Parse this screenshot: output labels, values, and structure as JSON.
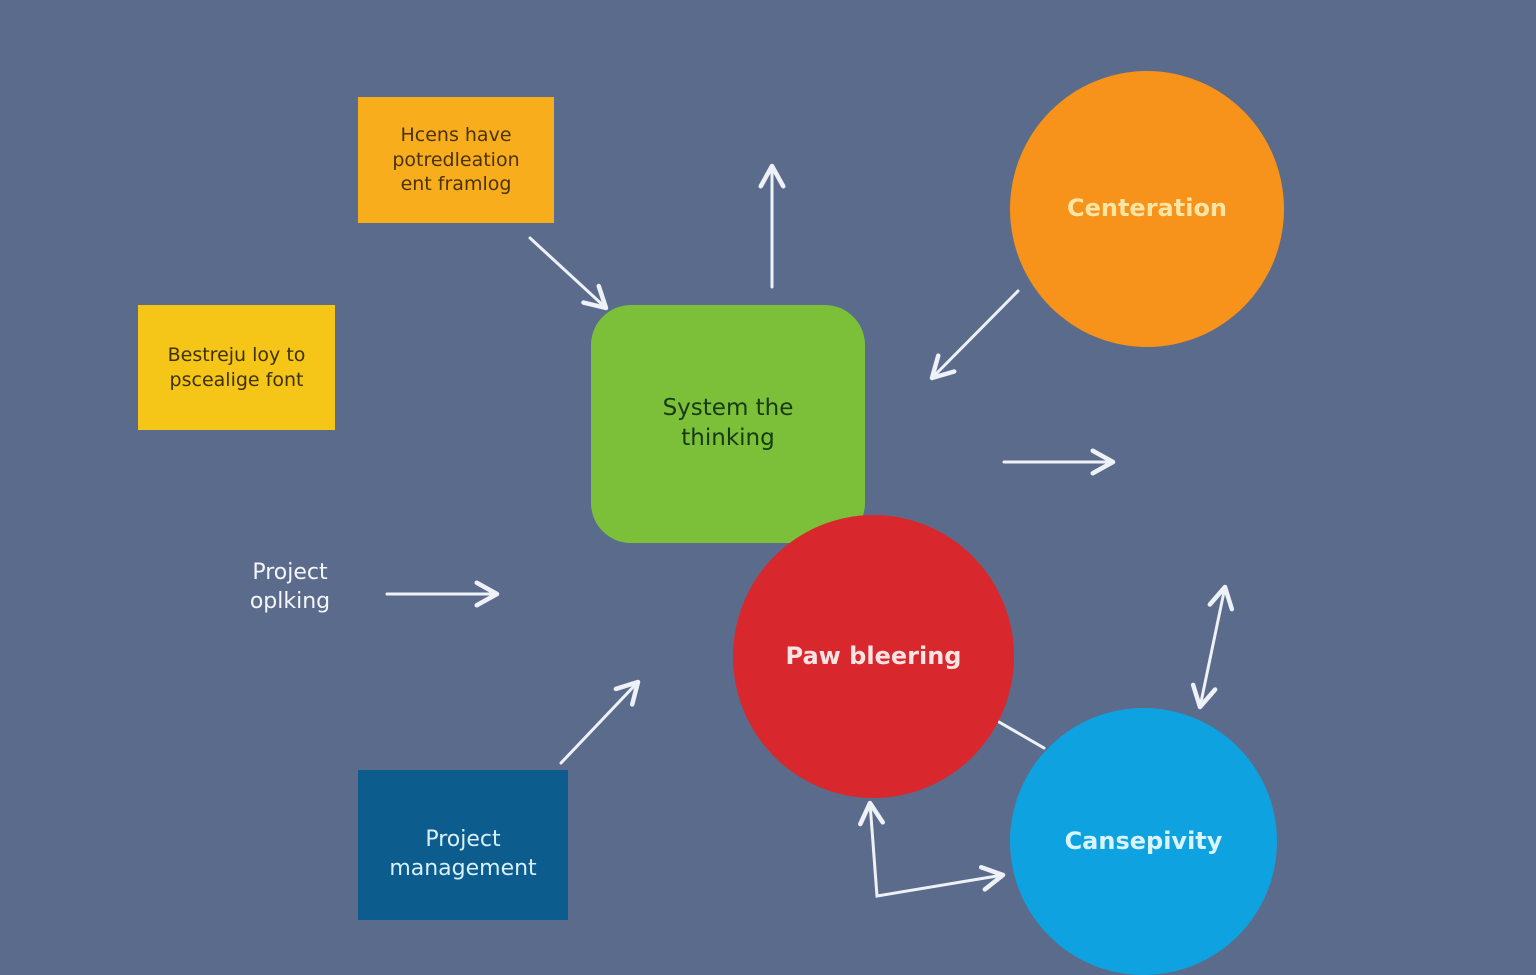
{
  "diagram": {
    "background_color": "#5b6b8b",
    "arrow_color": "#eef1f8",
    "nodes": {
      "box_orange": {
        "text": "Hcens have potredleation ent framlog",
        "shape": "rectangle",
        "color": "#f8ad1c"
      },
      "box_yellow": {
        "text": "Bestreju loy to pscealige font",
        "shape": "rectangle",
        "color": "#f5c518"
      },
      "box_green": {
        "text": "System the thinking",
        "shape": "rounded-rectangle",
        "color": "#7cc03a"
      },
      "circle_orange": {
        "text": "Centeration",
        "shape": "circle",
        "color": "#f7921a"
      },
      "circle_red": {
        "text": "Paw bleering",
        "shape": "circle",
        "color": "#d9272e"
      },
      "circle_blue": {
        "text": "Cansepivity",
        "shape": "circle",
        "color": "#0ea3e0"
      },
      "box_navy": {
        "text": "Project management",
        "shape": "rectangle",
        "color": "#0c5c8e"
      }
    },
    "free_label": {
      "text": "Project oplking"
    },
    "arrows": [
      {
        "from": "box_orange",
        "to": "box_green",
        "direction": "down-right"
      },
      {
        "from": "box_green",
        "to": "up",
        "direction": "up"
      },
      {
        "from": "circle_orange",
        "to": "box_green",
        "direction": "down-left"
      },
      {
        "from": "center",
        "to": "right",
        "direction": "right"
      },
      {
        "from": "free_label",
        "to": "right",
        "direction": "right"
      },
      {
        "from": "box_navy",
        "to": "center",
        "direction": "up-right"
      },
      {
        "from": "circle_red",
        "to": "circle_blue",
        "direction": "connector"
      },
      {
        "from": "circle_blue",
        "to": "up",
        "direction": "bidirectional"
      },
      {
        "from": "corner",
        "to": "circle_red",
        "direction": "up"
      },
      {
        "from": "corner",
        "to": "circle_blue",
        "direction": "right"
      }
    ]
  }
}
